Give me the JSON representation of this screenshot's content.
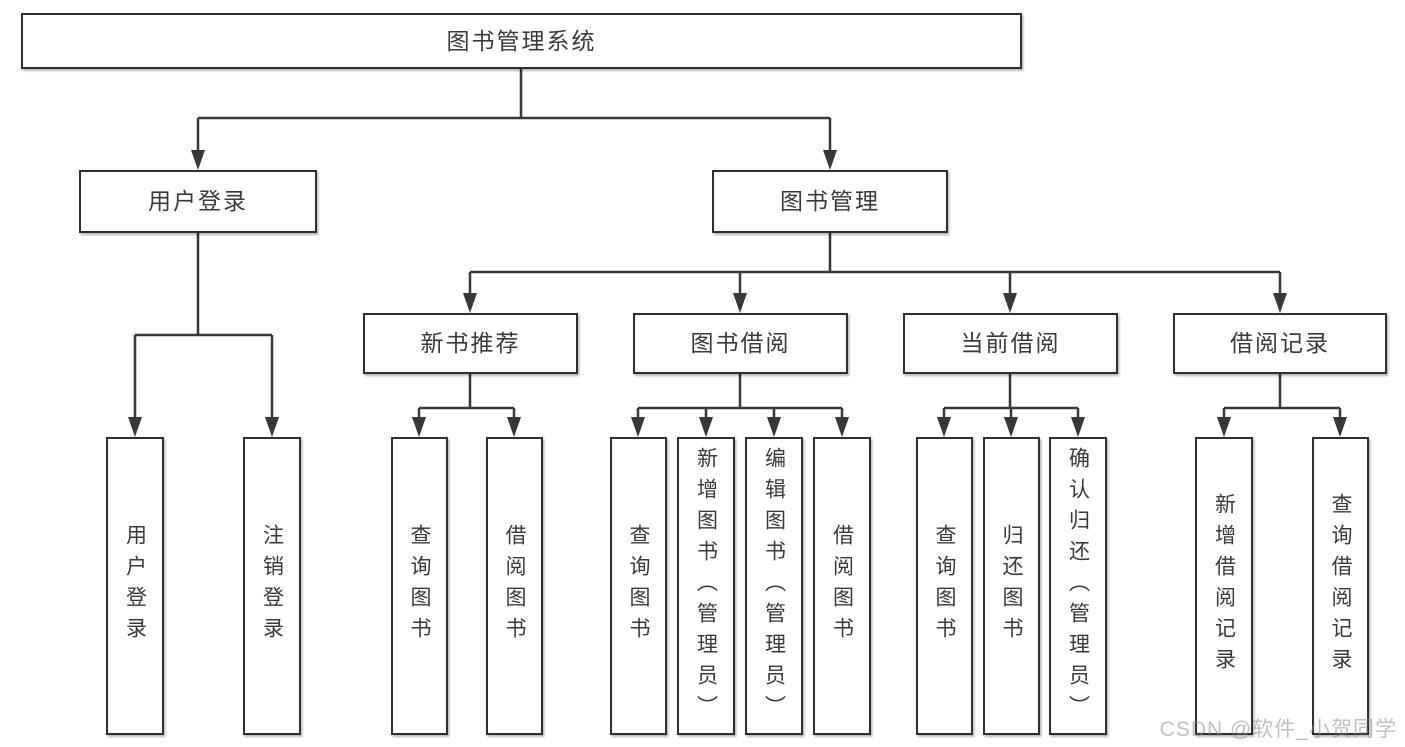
{
  "watermark": "CSDN @软件_小贺同学",
  "colors": {
    "line": "#383838",
    "box_border": "#2f2f2f",
    "text": "#3a3a3a",
    "watermark_gray": "#b9b9b9",
    "background": "#ffffff"
  },
  "tree": {
    "label": "图书管理系统",
    "children": [
      {
        "label": "用户登录",
        "children": [
          {
            "label": "用户登录"
          },
          {
            "label": "注销登录"
          }
        ]
      },
      {
        "label": "图书管理",
        "children": [
          {
            "label": "新书推荐",
            "children": [
              {
                "label": "查询图书"
              },
              {
                "label": "借阅图书"
              }
            ]
          },
          {
            "label": "图书借阅",
            "children": [
              {
                "label": "查询图书"
              },
              {
                "label": "新增图书（管理员）"
              },
              {
                "label": "编辑图书（管理员）"
              },
              {
                "label": "借阅图书"
              }
            ]
          },
          {
            "label": "当前借阅",
            "children": [
              {
                "label": "查询图书"
              },
              {
                "label": "归还图书"
              },
              {
                "label": "确认归还（管理员）"
              }
            ]
          },
          {
            "label": "借阅记录",
            "children": [
              {
                "label": "新增借阅记录"
              },
              {
                "label": "查询借阅记录"
              }
            ]
          }
        ]
      }
    ]
  }
}
